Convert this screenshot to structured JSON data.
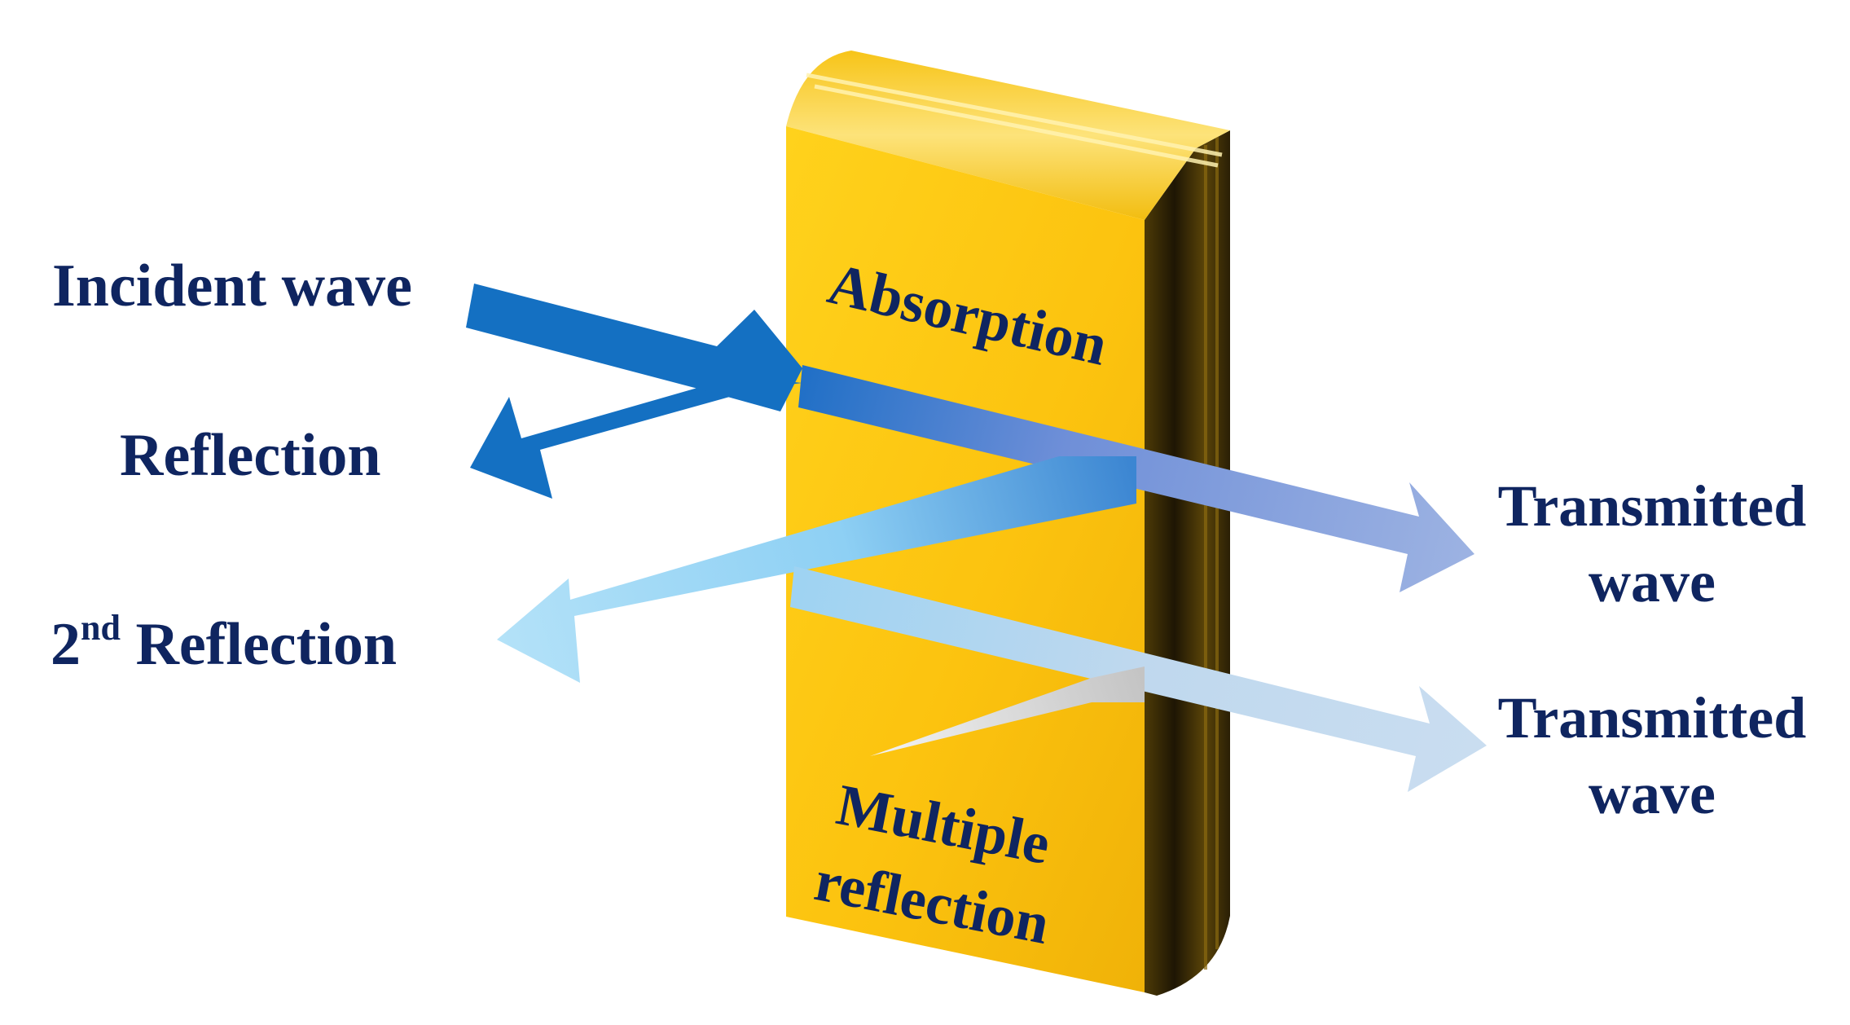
{
  "labels": {
    "incident": "Incident wave",
    "reflection": "Reflection",
    "second_reflection_num": "2",
    "second_reflection_sup": "nd",
    "second_reflection_text": " Reflection",
    "absorption": "Absorption",
    "multiple_line1": "Multiple",
    "multiple_line2": "reflection",
    "transmitted1_line1": "Transmitted",
    "transmitted1_line2": "wave",
    "transmitted2_line1": "Transmitted",
    "transmitted2_line2": "wave"
  },
  "colors": {
    "text": "#0f2560",
    "block_front": "#fcc510",
    "block_side": "#2a2008",
    "incident_arrow": "#1470c2",
    "transmitted_arrow_1": "#8ea6dc",
    "second_reflection_arrow": "#a8dcf6",
    "transmitted_arrow_2": "#c4dbef",
    "multiple_reflection": "#c8c8c8"
  }
}
